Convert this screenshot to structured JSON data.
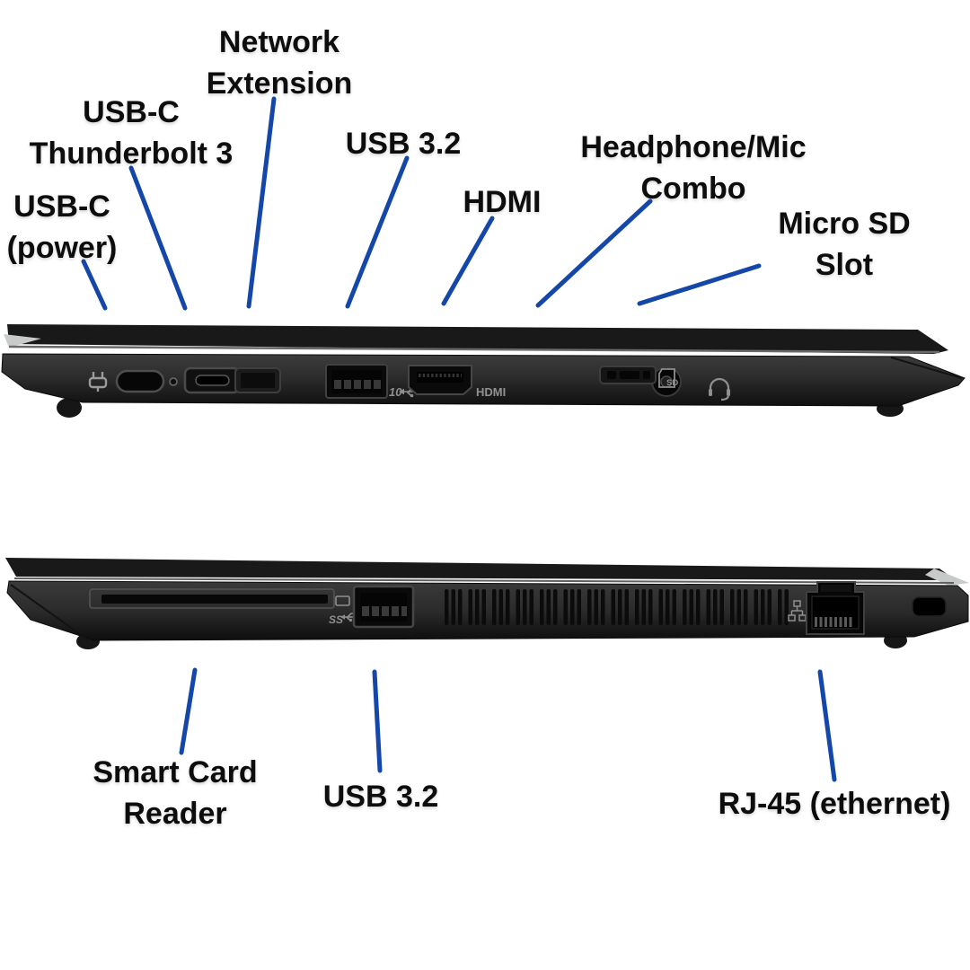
{
  "colors": {
    "background": "#ffffff",
    "leader_line": "#1447a8",
    "label_text": "#0d0d0d",
    "chassis": "#2e2e2e",
    "chassis_dark": "#151515",
    "lid_silver_edge": "#c9cbcb",
    "port_marking": "#8f8f8f"
  },
  "top_view": {
    "labels": [
      {
        "id": "usb-c-power",
        "lines": [
          "USB-C",
          "(power)"
        ]
      },
      {
        "id": "usb-c-thunderbolt-3",
        "lines": [
          "USB-C",
          "Thunderbolt 3"
        ]
      },
      {
        "id": "network-extension",
        "lines": [
          "Network",
          "Extension"
        ]
      },
      {
        "id": "usb-3-2",
        "lines": [
          "USB 3.2"
        ]
      },
      {
        "id": "hdmi",
        "lines": [
          "HDMI"
        ]
      },
      {
        "id": "headphone-mic-combo",
        "lines": [
          "Headphone/Mic",
          "Combo"
        ]
      },
      {
        "id": "micro-sd-slot",
        "lines": [
          "Micro SD",
          "Slot"
        ]
      }
    ],
    "chassis_markings": {
      "usb_speed": "10",
      "hdmi": "HDMI",
      "sd": "SD"
    },
    "chassis_icons": [
      "power-plug-icon",
      "status-led",
      "usb-trident-icon",
      "headset-icon",
      "sd-card-icon"
    ]
  },
  "bottom_view": {
    "labels": [
      {
        "id": "smart-card-reader",
        "lines": [
          "Smart Card",
          "Reader"
        ]
      },
      {
        "id": "usb-3-2",
        "lines": [
          "USB 3.2"
        ]
      },
      {
        "id": "rj45-ethernet",
        "lines": [
          "RJ-45 (ethernet)"
        ]
      }
    ],
    "chassis_markings": {
      "usb_ss": "SS"
    },
    "chassis_icons": [
      "usb-trident-icon",
      "sd-card-icon",
      "ethernet-icon"
    ]
  }
}
